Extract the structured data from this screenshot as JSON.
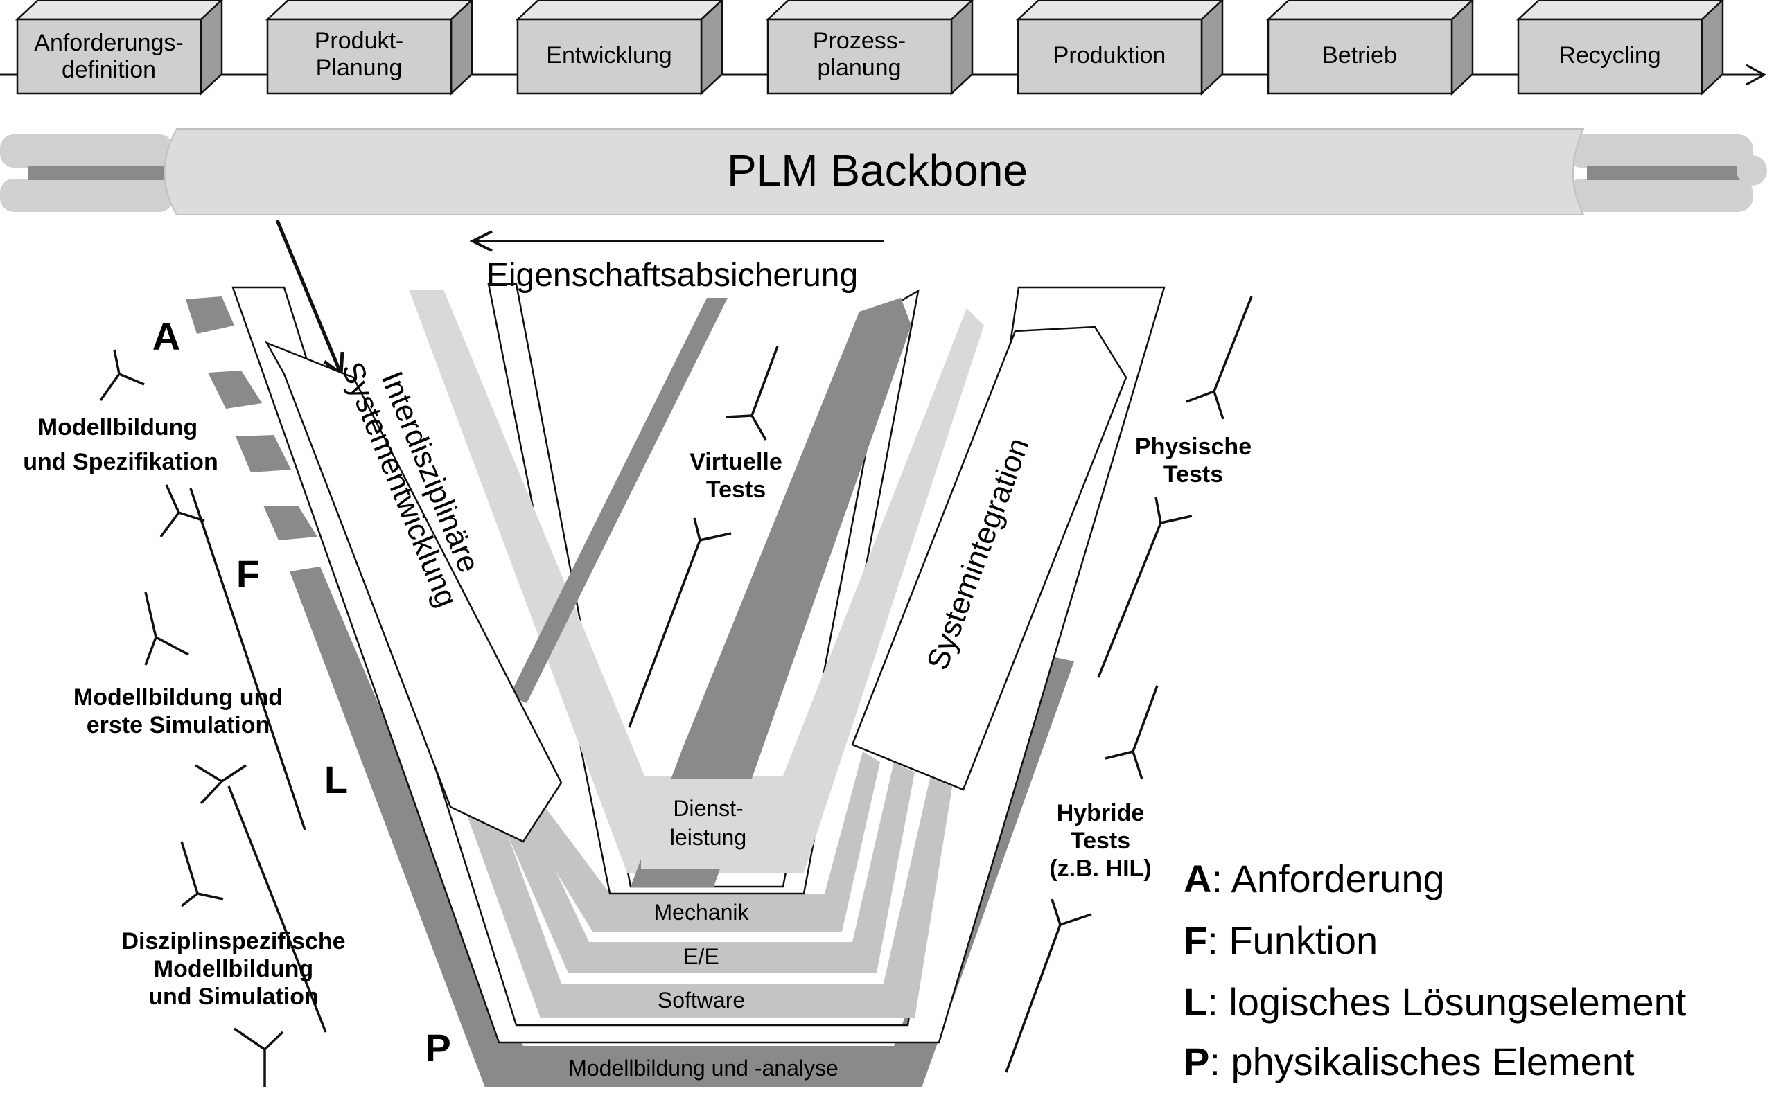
{
  "lifecycle": {
    "phases": [
      [
        "Anforderungs-",
        "definition"
      ],
      [
        "Produkt-",
        "Planung"
      ],
      [
        "Entwicklung"
      ],
      [
        "Prozess-",
        "planung"
      ],
      [
        "Produktion"
      ],
      [
        "Betrieb"
      ],
      [
        "Recycling"
      ]
    ]
  },
  "backbone": {
    "label": "PLM Backbone"
  },
  "arrow_label": "Eigenschaftsabsicherung",
  "v_model": {
    "left_arrow": [
      "Interdisziplinäre",
      "Systementwicklung"
    ],
    "right_arrow": "Systemintegration",
    "layers": {
      "dienstleistung": [
        "Dienst-",
        "leistung"
      ],
      "mechanik": "Mechanik",
      "ee": "E/E",
      "software": "Software",
      "modellbildung": "Modellbildung und -analyse"
    },
    "letters": {
      "a": "A",
      "f": "F",
      "l": "L",
      "p": "P"
    }
  },
  "left_labels": {
    "modellbildung_spezifikation": [
      "Modellbildung",
      "und Spezifikation"
    ],
    "modellbildung_simulation": [
      "Modellbildung und",
      "erste Simulation"
    ],
    "disziplinspezifisch": [
      "Disziplinspezifische",
      "Modellbildung",
      "und Simulation"
    ]
  },
  "right_labels": {
    "virtuelle_tests": [
      "Virtuelle",
      "Tests"
    ],
    "physische_tests": [
      "Physische",
      "Tests"
    ],
    "hybride_tests": [
      "Hybride",
      "Tests",
      "(z.B. HIL)"
    ]
  },
  "legend": [
    {
      "key": "A",
      "text": ": Anforderung"
    },
    {
      "key": "F",
      "text": ": Funktion"
    },
    {
      "key": "L",
      "text": ": logisches Lösungselement"
    },
    {
      "key": "P",
      "text": ": physikalisches Element"
    }
  ],
  "colors": {
    "dark_gray": "#8a8a8a",
    "light_gray": "#c4c4c4",
    "lighter_gray": "#d9d9d9",
    "box_front": "#cfcfcf",
    "box_top": "#e6e6e6",
    "box_side": "#9c9c9c",
    "backbone": "#dcdcdc"
  }
}
